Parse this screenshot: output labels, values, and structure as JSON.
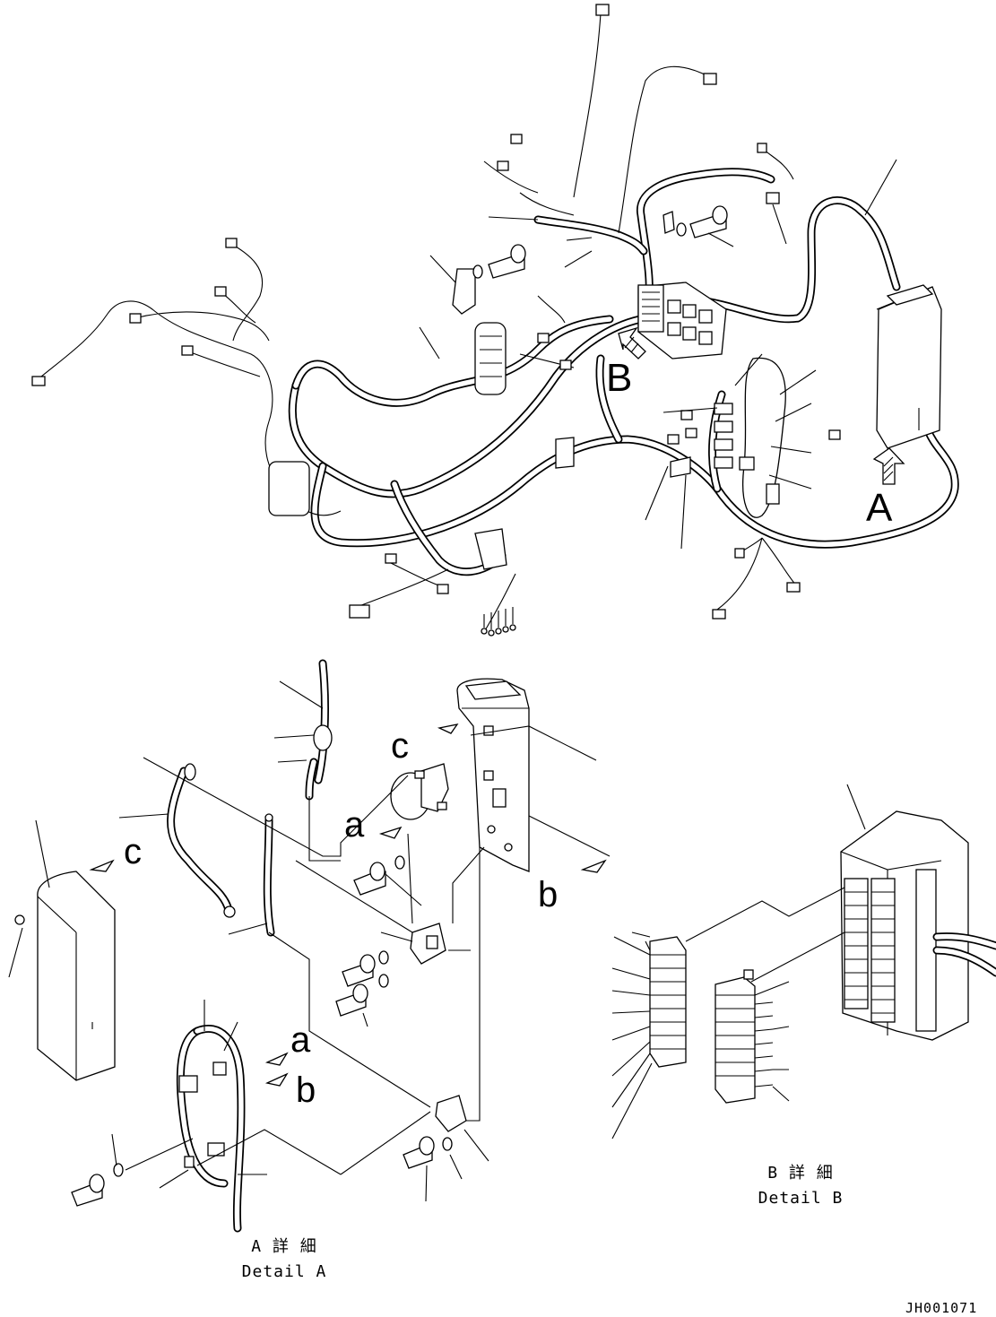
{
  "view_labels": {
    "A": "A",
    "B": "B"
  },
  "reference_letters": {
    "a": "a",
    "b": "b",
    "c": "c"
  },
  "captions": {
    "detail_a_jp": "A 詳 細",
    "detail_a_en": "Detail A",
    "detail_b_jp": "B 詳 細",
    "detail_b_en": "Detail B"
  },
  "drawing_code": "JH001071"
}
